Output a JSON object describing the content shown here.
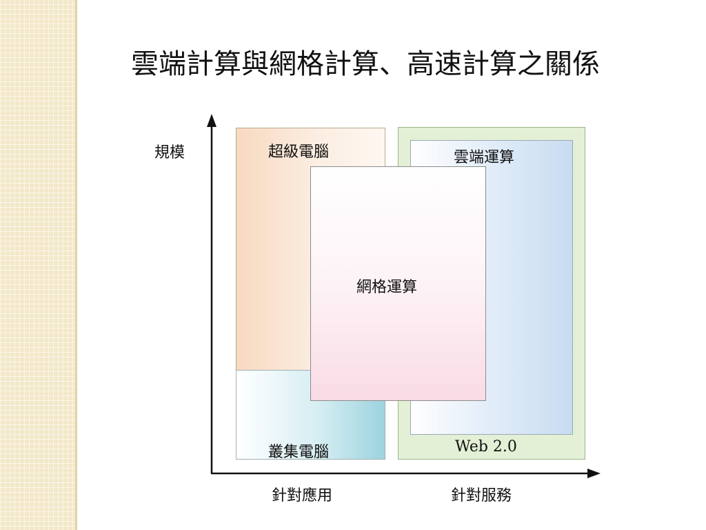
{
  "slide": {
    "title": "雲端計算與網格計算、高速計算之關係"
  },
  "diagram": {
    "y_axis_label": "規模",
    "x_axis_labels": [
      "針對應用",
      "針對服務"
    ],
    "boxes": {
      "supercomputer": "超級電腦",
      "cluster": "叢集電腦",
      "cloud": "雲端運算",
      "grid": "網格運算",
      "web": "Web 2.0"
    }
  },
  "colors": {
    "supercomputer": "#f8d9c0",
    "cluster": "#9dd3df",
    "web_frame": "#e4f0d6",
    "cloud": "#c8dcf0",
    "grid": "#f9dbe5"
  }
}
